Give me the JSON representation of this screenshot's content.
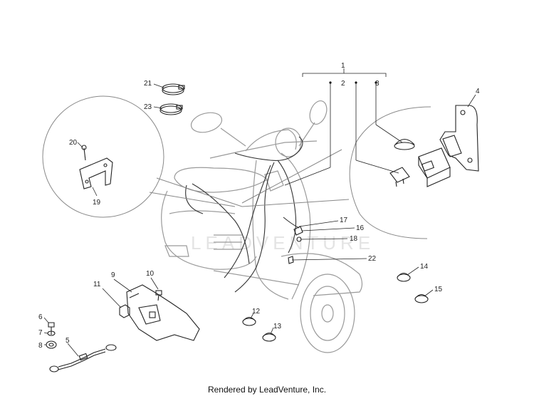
{
  "diagram": {
    "callouts": {
      "c1": "1",
      "c2": "2",
      "c3": "3",
      "c4": "4",
      "c5": "5",
      "c6": "6",
      "c7": "7",
      "c8": "8",
      "c9": "9",
      "c10": "10",
      "c11": "11",
      "c12": "12",
      "c13": "13",
      "c14": "14",
      "c15": "15",
      "c16": "16",
      "c17": "17",
      "c18": "18",
      "c19": "19",
      "c20": "20",
      "c21": "21",
      "c22": "22",
      "c23": "23"
    },
    "watermark": "LEADVENTURE"
  },
  "footer": {
    "text": "Rendered by LeadVenture, Inc."
  },
  "colors": {
    "line": "#222222",
    "scooter": "#9a9a9a",
    "watermark": "#e4e4e4"
  }
}
